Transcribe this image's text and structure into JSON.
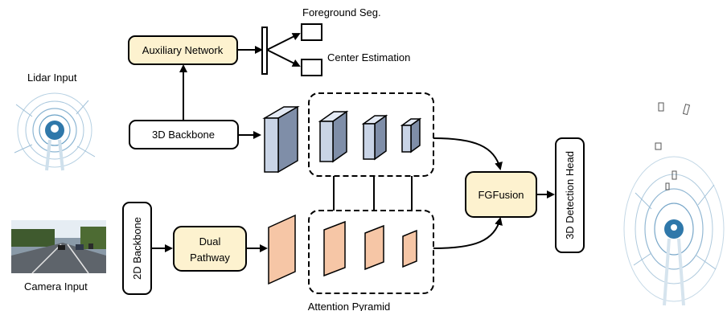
{
  "labels": {
    "lidar_input": "Lidar Input",
    "camera_input": "Camera Input",
    "auxiliary_network": "Auxiliary Network",
    "foreground_seg": "Foreground Seg.",
    "center_estimation": "Center Estimation",
    "backbone_3d": "3D Backbone",
    "backbone_2d": "2D Backbone",
    "dual_pathway_line1": "Dual",
    "dual_pathway_line2": "Pathway",
    "fgfusion": "FGFusion",
    "detection_head": "3D Detection Head",
    "attention_pyramid": "Attention Pyramid"
  },
  "colors": {
    "yellow_box": "#fdf2cf",
    "blue_block": "#c9d4e6",
    "blue_block_dark": "#7f8ea8",
    "orange_block": "#f6c6a6",
    "orange_block_dark": "#c98d6b",
    "lidar_tint": "#3f86b5",
    "stroke": "#000000"
  }
}
